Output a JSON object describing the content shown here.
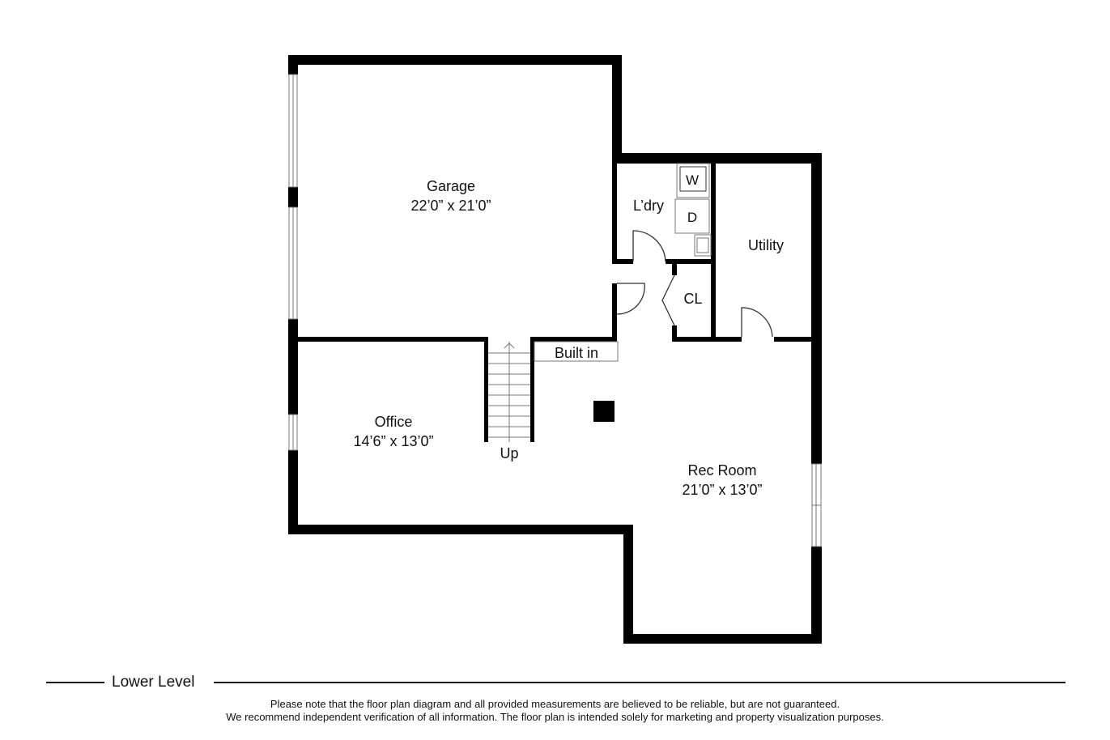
{
  "rooms": {
    "garage": {
      "name": "Garage",
      "size": "22’0” x 21’0”"
    },
    "laundry": {
      "name": "L’dry"
    },
    "utility": {
      "name": "Utility"
    },
    "closet": {
      "name": "CL"
    },
    "builtin": {
      "name": "Built in"
    },
    "office": {
      "name": "Office",
      "size": "14’6” x 13’0”"
    },
    "stairs": {
      "label": "Up"
    },
    "rec_room": {
      "name": "Rec Room",
      "size": "21’0” x 13’0”"
    }
  },
  "appliances": {
    "washer": "W",
    "dryer": "D"
  },
  "legend": {
    "level": "Lower Level"
  },
  "disclaimer": {
    "line1": "Please note that the floor plan diagram and all provided measurements are believed to be reliable, but are not guaranteed.",
    "line2": "We recommend independent verification of all information. The floor plan is intended solely for marketing and property visualization purposes."
  },
  "colors": {
    "wall": "#000000",
    "background": "#ffffff",
    "fixture_stroke": "#777777"
  }
}
